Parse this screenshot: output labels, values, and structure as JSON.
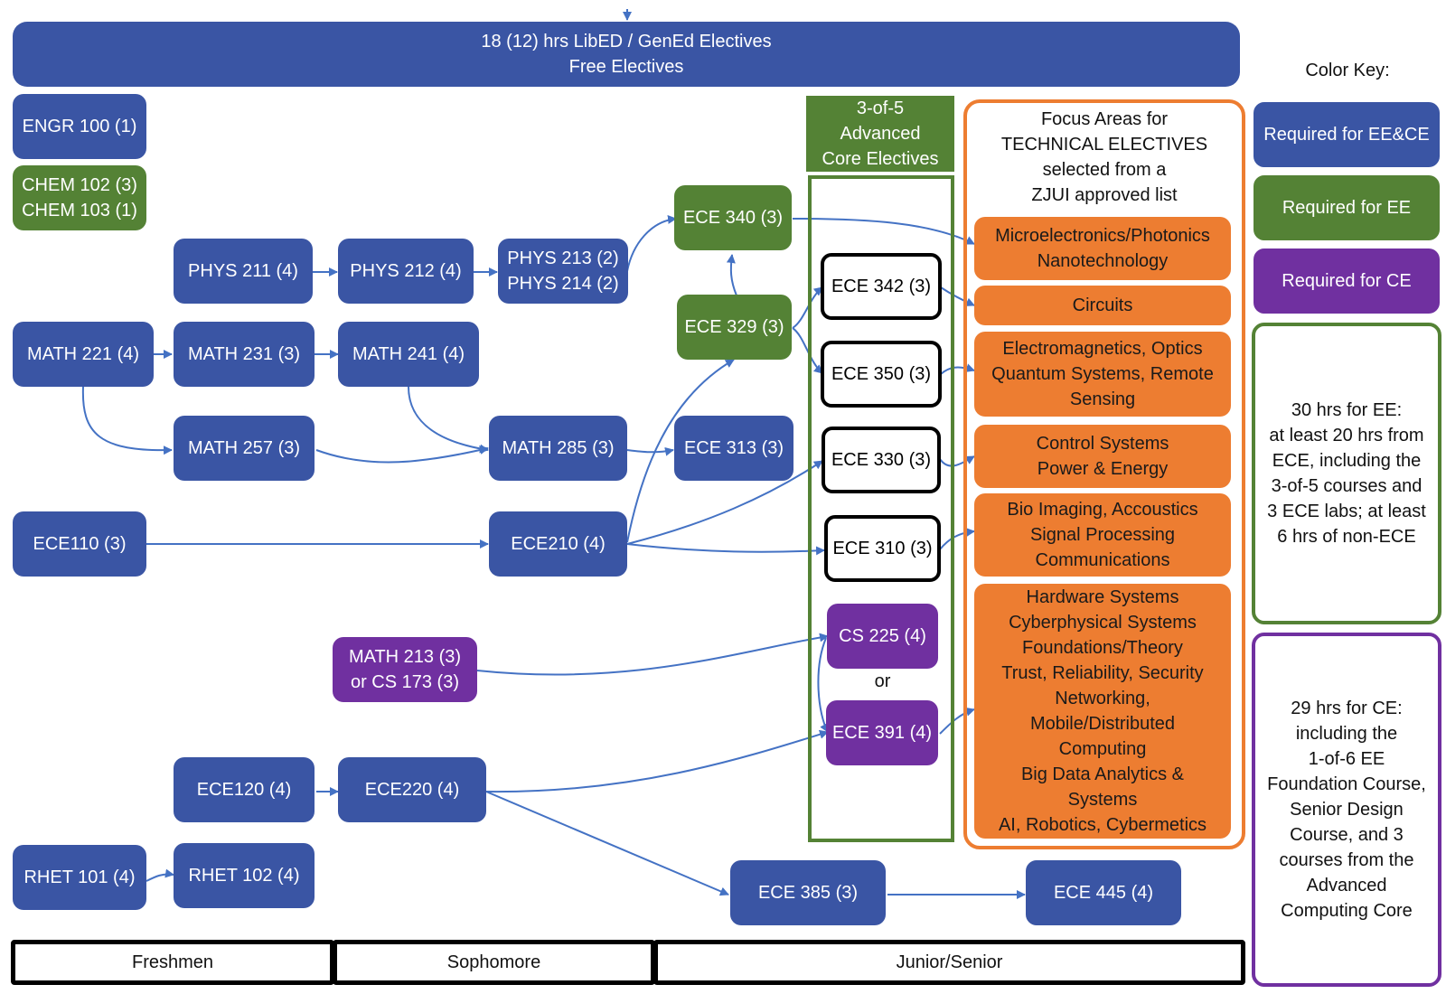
{
  "colors": {
    "required_both": "#3a55a4",
    "required_ee": "#548235",
    "required_ce": "#7030a0",
    "focus_area": "#ed7d31",
    "arrow": "#4472c4"
  },
  "electives_banner": "18 (12) hrs LibED / GenEd Electives\nFree Electives",
  "courses": {
    "engr100": "ENGR 100 (1)",
    "chem": "CHEM 102 (3)\nCHEM 103 (1)",
    "phys211": "PHYS 211 (4)",
    "phys212": "PHYS 212 (4)",
    "phys213": "PHYS 213 (2)\nPHYS 214 (2)",
    "math221": "MATH 221 (4)",
    "math231": "MATH 231 (3)",
    "math241": "MATH 241 (4)",
    "math257": "MATH 257 (3)",
    "math285": "MATH 285 (3)",
    "ece110": "ECE110 (3)",
    "ece210": "ECE210 (4)",
    "ece313": "ECE 313 (3)",
    "ece329": "ECE 329 (3)",
    "ece340": "ECE 340 (3)",
    "math213": "MATH 213 (3)\nor CS 173 (3)",
    "ece120": "ECE120 (4)",
    "ece220": "ECE220 (4)",
    "rhet101": "RHET 101 (4)",
    "rhet102": "RHET 102 (4)",
    "ece385": "ECE 385 (3)",
    "ece445": "ECE 445 (4)",
    "ece342": "ECE 342 (3)",
    "ece350": "ECE 350 (3)",
    "ece330": "ECE 330 (3)",
    "ece310": "ECE 310 (3)",
    "cs225": "CS 225 (4)",
    "ece391": "ECE 391 (4)"
  },
  "or_label": "or",
  "advanced_core": {
    "title": "3-of-5\nAdvanced\nCore Electives"
  },
  "focus": {
    "title": "Focus Areas for\nTECHNICAL ELECTIVES\nselected from a\nZJUI approved list",
    "areas": [
      "Microelectronics/Photonics\nNanotechnology",
      "Circuits",
      "Electromagnetics, Optics\nQuantum Systems, Remote\nSensing",
      "Control Systems\nPower & Energy",
      "Bio Imaging, Accoustics\nSignal Processing\nCommunications",
      "Hardware Systems\nCyberphysical Systems\nFoundations/Theory\nTrust, Reliability, Security\nNetworking,\nMobile/Distributed\nComputing\nBig Data Analytics &\nSystems\nAI, Robotics, Cybermetics"
    ]
  },
  "color_key": {
    "title": "Color Key:",
    "required_both": "Required for EE&CE",
    "required_ee": "Required for EE",
    "required_ce": "Required for CE",
    "ee_note": "30 hrs for EE:\nat least 20 hrs from\nECE, including the\n3-of-5 courses and\n3 ECE labs; at least\n6 hrs of non-ECE",
    "ce_note": "29 hrs for CE:\nincluding the\n1-of-6 EE\nFoundation Course,\nSenior Design\nCourse, and 3\ncourses from the\nAdvanced\nComputing Core"
  },
  "years": [
    "Freshmen",
    "Sophomore",
    "Junior/Senior"
  ]
}
